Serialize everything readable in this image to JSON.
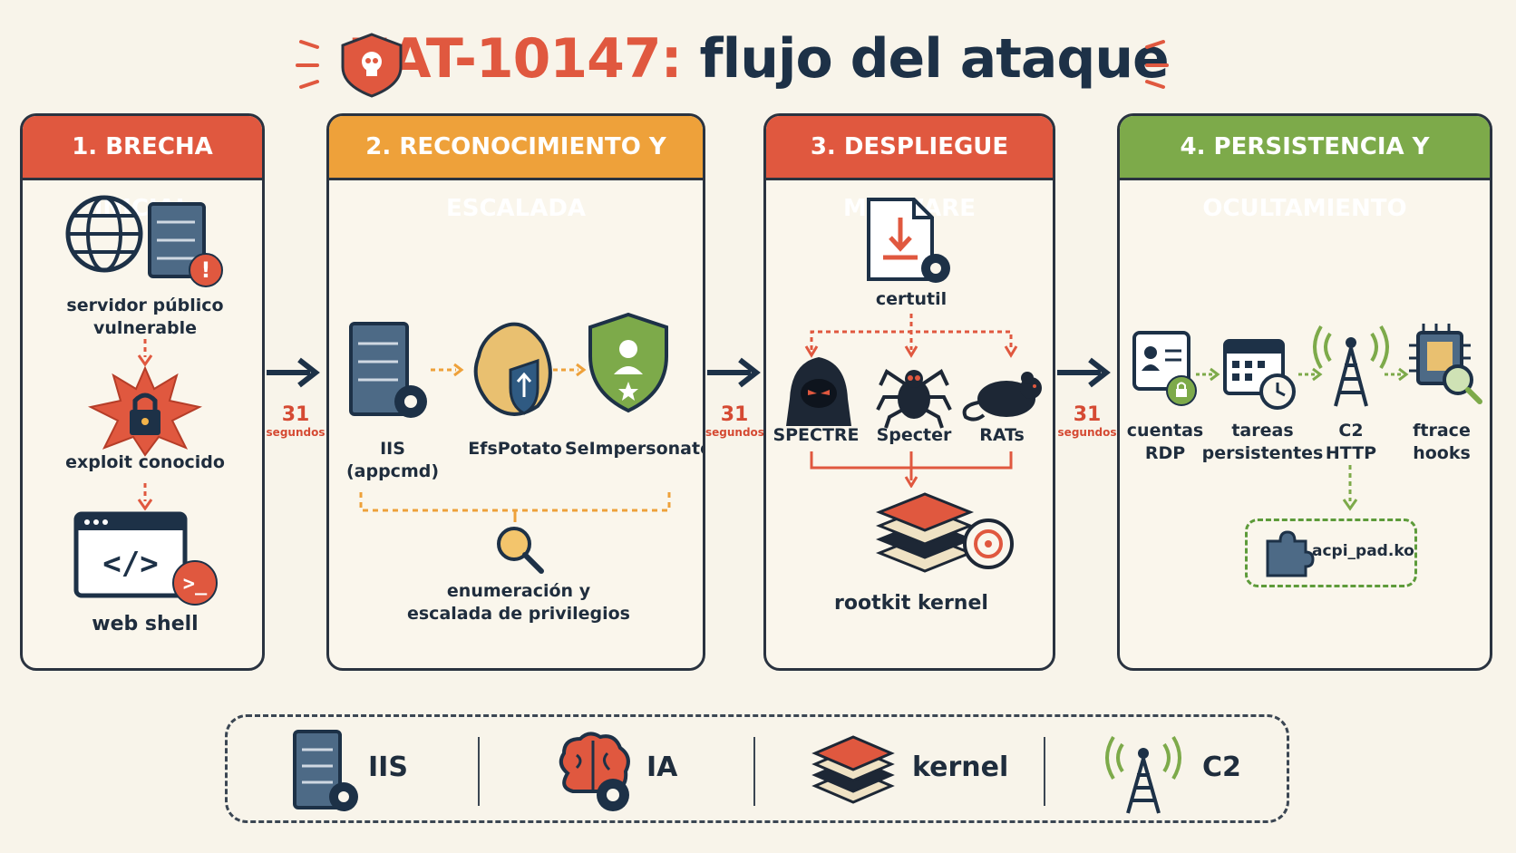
{
  "title": {
    "part1": "UAT-10147:",
    "part2": "flujo del ataque"
  },
  "colors": {
    "red": "#e0583f",
    "orange": "#eea13a",
    "green": "#7daa4a",
    "navy": "#1d3147"
  },
  "panels": [
    {
      "header": "1. BRECHA INICIAL",
      "items": [
        "servidor público\nvulnerable",
        "exploit conocido",
        "web shell"
      ]
    },
    {
      "header": "2. RECONOCIMIENTO Y ESCALADA",
      "items": [
        "IIS\n(appcmd)",
        "EfsPotato",
        "SeImpersonate",
        "enumeración y\nescalada de privilegios"
      ]
    },
    {
      "header": "3. DESPLIEGUE MALWARE",
      "items": [
        "certutil",
        "SPECTRE",
        "Specter",
        "RATs",
        "rootkit kernel"
      ]
    },
    {
      "header": "4. PERSISTENCIA Y OCULTAMIENTO",
      "items": [
        "cuentas\nRDP",
        "tareas\npersistentes",
        "C2\nHTTP",
        "ftrace\nhooks",
        "acpi_pad.ko"
      ]
    }
  ],
  "separators": [
    {
      "number": "31",
      "unit": "segundos"
    },
    {
      "number": "31",
      "unit": "segundos"
    },
    {
      "number": "31",
      "unit": "segundos"
    }
  ],
  "legend": [
    "IIS",
    "IA",
    "kernel",
    "C2"
  ]
}
